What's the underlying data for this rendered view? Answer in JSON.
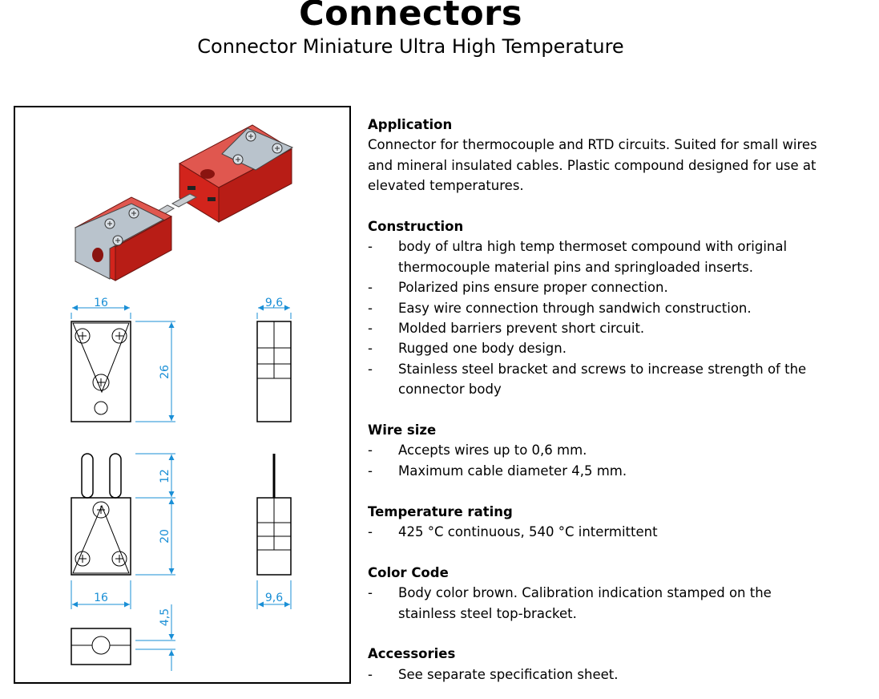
{
  "header": {
    "title": "Connectors",
    "subtitle": "Connector Miniature Ultra High Temperature"
  },
  "drawing": {
    "dims": {
      "front_width": "16",
      "front_height": "26",
      "side_width": "9,6",
      "plug_pin_length": "12",
      "plug_body_height": "20",
      "plug_width": "16",
      "plug_side_width": "9,6",
      "bottom_height": "4,5"
    },
    "colors": {
      "connector_body": "#d2241c",
      "bracket": "#b9c3cc",
      "dimension": "#1a8fd6"
    }
  },
  "spec": {
    "application": {
      "heading": "Application",
      "lines": [
        "Connector for thermocouple and RTD circuits. Suited for small wires",
        "and mineral insulated cables. Plastic compound designed for use at",
        "elevated temperatures."
      ]
    },
    "construction": {
      "heading": "Construction",
      "dash": "-",
      "items": [
        [
          "body of ultra high temp thermoset compound with original",
          "thermocouple material pins and springloaded inserts."
        ],
        [
          "Polarized pins ensure proper connection."
        ],
        [
          "Easy wire connection through sandwich construction."
        ],
        [
          "Molded barriers prevent short circuit."
        ],
        [
          "Rugged one body design."
        ],
        [
          "Stainless steel bracket and screws to increase strength of the",
          "connector body"
        ]
      ]
    },
    "wire_size": {
      "heading": "Wire size",
      "items": [
        [
          "Accepts wires up to 0,6 mm."
        ],
        [
          "Maximum cable diameter 4,5 mm."
        ]
      ]
    },
    "temperature": {
      "heading": "Temperature rating",
      "items": [
        [
          "425 °C continuous, 540 °C intermittent"
        ]
      ]
    },
    "color_code": {
      "heading": "Color Code",
      "items": [
        [
          "Body color brown. Calibration indication stamped on the",
          "stainless steel top-bracket."
        ]
      ]
    },
    "accessories": {
      "heading": "Accessories",
      "items": [
        [
          "See separate specification sheet."
        ]
      ]
    }
  }
}
